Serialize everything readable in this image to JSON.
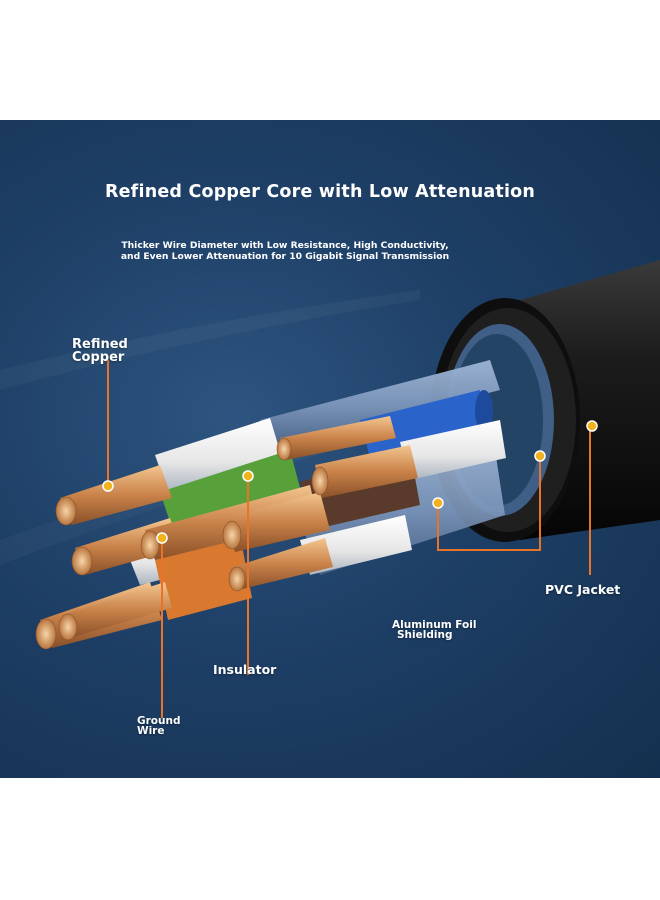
{
  "header": {
    "title": "Refined Copper Core with Low Attenuation",
    "subtitle_line1": "Thicker Wire Diameter with Low Resistance, High Conductivity,",
    "subtitle_line2": "and Even Lower Attenuation for 10 Gigabit Signal Transmission"
  },
  "callouts": {
    "refined_copper_line1": "Refined",
    "refined_copper_line2": "Copper",
    "insulator": "Insulator",
    "ground_wire_line1": "Ground",
    "ground_wire_line2": "Wire",
    "aluminum_foil_line1": "Aluminum Foil",
    "aluminum_foil_line2": "Shielding",
    "pvc_jacket": "PVC Jacket"
  },
  "colors": {
    "background": "#1e3f66",
    "leader_line": "#e8742a",
    "marker": "#f2b21f",
    "copper": "#d9935a",
    "pair_white": "#f2f2f2",
    "pair_blue": "#2a63c9",
    "pair_green": "#58a13a",
    "pair_brown": "#5a3a2a",
    "pair_orange": "#d9782f",
    "jacket": "#141414"
  }
}
